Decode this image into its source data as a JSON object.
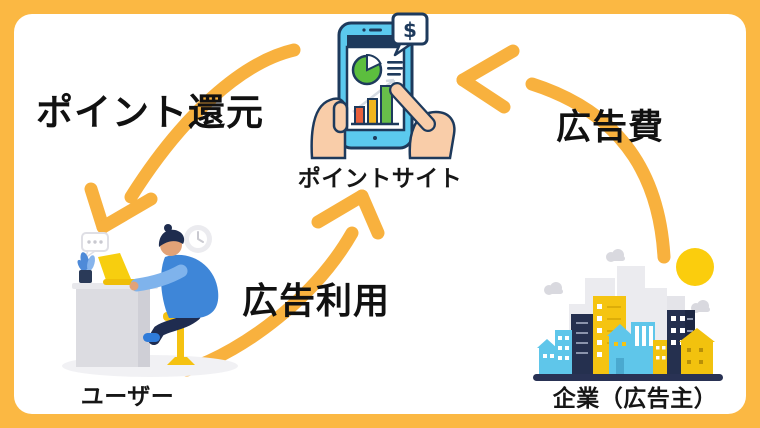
{
  "frame": {
    "border_color": "#FBB843",
    "panel_bg": "#FFFFFF"
  },
  "palette": {
    "arrow": "#F8B13E",
    "label_text": "#111111",
    "outline_navy": "#1E3A5C",
    "phone_cyan": "#5BC9EE",
    "pie_green": "#5CBE3E",
    "bar_red": "#E8603C",
    "bar_yellow": "#F2B51E",
    "bar_green": "#68BE4A",
    "hand_skin": "#F9CDA9",
    "person_blue": "#3E86D8",
    "stool_yellow": "#F5C211",
    "city_cyan": "#5FC6EA",
    "city_yellow": "#F5C411",
    "city_navy": "#25304F",
    "sun_yellow": "#FBCD0D"
  },
  "nodes": {
    "point_site": {
      "label": "ポイントサイト",
      "icon": "smartphone-in-hands",
      "bubble_text": "$"
    },
    "user": {
      "label": "ユーザー",
      "icon": "person-working-at-desk"
    },
    "advertiser": {
      "label": "企業（広告主）",
      "icon": "city-buildings"
    }
  },
  "arrows": {
    "point_redemption": {
      "label": "ポイント還元",
      "from": "ポイントサイト",
      "to": "ユーザー"
    },
    "ad_usage": {
      "label": "広告利用",
      "from": "ユーザー",
      "to": "ポイントサイト"
    },
    "ad_fee": {
      "label": "広告費",
      "from": "企業（広告主）",
      "to": "ポイントサイト"
    }
  }
}
